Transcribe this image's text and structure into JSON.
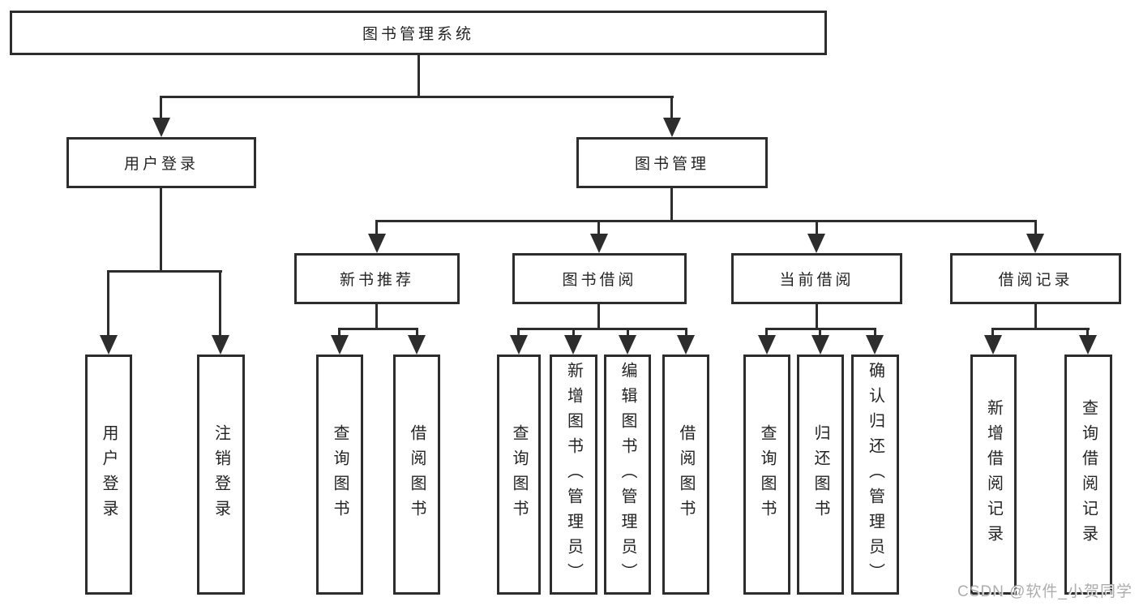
{
  "watermark": "CSDN @软件_小贺同学",
  "colors": {
    "line": "#2d2d2d",
    "text": "#242424",
    "watermark": "#a2a2a2",
    "background": "#ffffff"
  },
  "tree": {
    "label": "图书管理系统",
    "children": [
      {
        "label": "用户登录",
        "children": [
          {
            "label": "用户登录"
          },
          {
            "label": "注销登录"
          }
        ]
      },
      {
        "label": "图书管理",
        "children": [
          {
            "label": "新书推荐",
            "children": [
              {
                "label": "查询图书"
              },
              {
                "label": "借阅图书"
              }
            ]
          },
          {
            "label": "图书借阅",
            "children": [
              {
                "label": "查询图书"
              },
              {
                "label": "新增图书（管理员）"
              },
              {
                "label": "编辑图书（管理员）"
              },
              {
                "label": "借阅图书"
              }
            ]
          },
          {
            "label": "当前借阅",
            "children": [
              {
                "label": "查询图书"
              },
              {
                "label": "归还图书"
              },
              {
                "label": "确认归还（管理员）"
              }
            ]
          },
          {
            "label": "借阅记录",
            "children": [
              {
                "label": "新增借阅记录"
              },
              {
                "label": "查询借阅记录"
              }
            ]
          }
        ]
      }
    ]
  }
}
